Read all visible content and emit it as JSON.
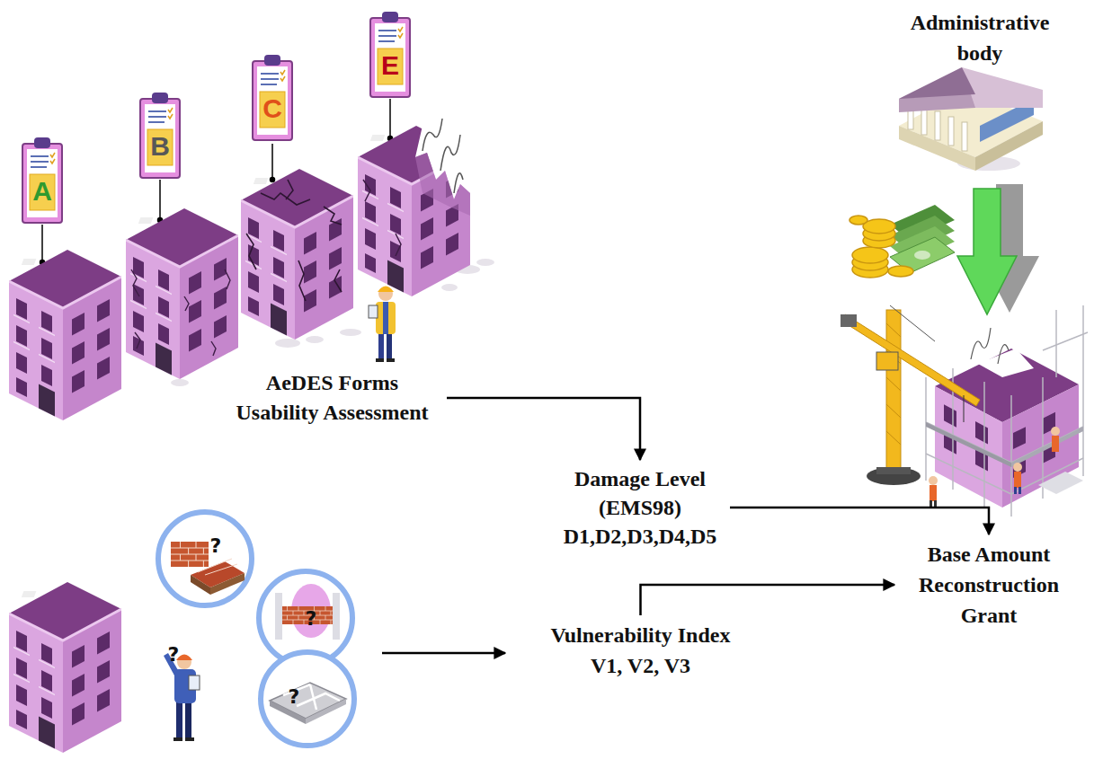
{
  "diagram": {
    "nodes": [
      {
        "text": [
          "AeDES Forms Usability Assessment"
        ]
      },
      {
        "text": [
          "Damage Level (EMS98)",
          "D1,D2,D3,D4,D5"
        ]
      },
      {
        "text": [
          "Vulnerability Index",
          "V1, V2, V3"
        ]
      },
      {
        "text": [
          "Base Amount Reconstruction Grant"
        ]
      }
    ],
    "edges": [
      {
        "from": 0,
        "to": 1,
        "arrow": "to"
      },
      {
        "from": 1,
        "to": 3,
        "arrow": "to"
      },
      {
        "from": 2,
        "to": 3,
        "arrow": "to"
      }
    ],
    "labels": [
      "A",
      "B",
      "C",
      "E",
      "Administrative body",
      "?",
      "?",
      "?",
      "?"
    ]
  }
}
